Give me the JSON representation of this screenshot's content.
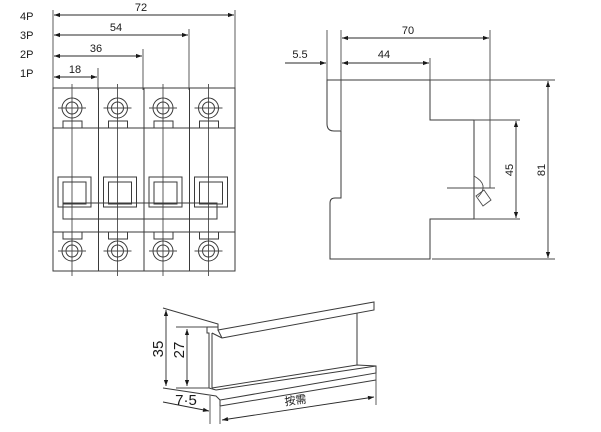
{
  "front_view": {
    "pole_labels": [
      "4P",
      "3P",
      "2P",
      "1P"
    ],
    "pole_widths": [
      "72",
      "54",
      "36",
      "18"
    ],
    "pole_count": 4
  },
  "side_view": {
    "dim_total_depth": "70",
    "dim_front_depth": "44",
    "dim_offset": "5.5",
    "dim_height": "81",
    "dim_rail_height": "45"
  },
  "din_rail": {
    "dim_height": "35",
    "dim_inner": "27",
    "dim_flange": "7·5",
    "length_label": "按需"
  }
}
